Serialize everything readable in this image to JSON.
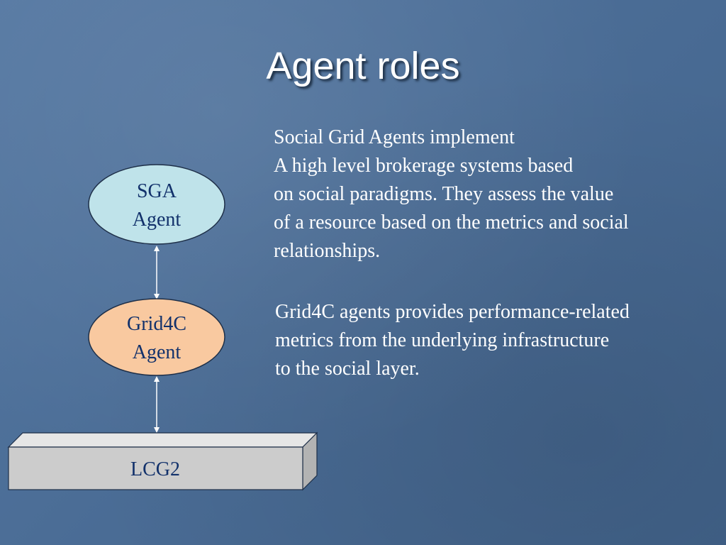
{
  "slide": {
    "title": "Agent roles"
  },
  "diagram": {
    "nodes": [
      {
        "id": "sga",
        "lines": [
          "SGA",
          "Agent"
        ],
        "fill": "#bfe3ea"
      },
      {
        "id": "grid4c",
        "lines": [
          "Grid4C",
          "Agent"
        ],
        "fill": "#f9c9a0"
      },
      {
        "id": "lcg2",
        "label": "LCG2",
        "fill": "#cccccc"
      }
    ],
    "edges": [
      {
        "from": "sga",
        "to": "grid4c",
        "direction": "both"
      },
      {
        "from": "grid4c",
        "to": "lcg2",
        "direction": "both"
      }
    ]
  },
  "descriptions": {
    "sga_lines": [
      "Social Grid Agents implement",
      "A high level brokerage systems based",
      "on social paradigms. They assess the value",
      "of a resource based on the metrics and social",
      "relationships."
    ],
    "grid4c_lines": [
      "Grid4C agents provides performance-related",
      "metrics from the underlying infrastructure",
      "to the social layer."
    ]
  },
  "colors": {
    "background": "#4a6c95",
    "text": "#ffffff",
    "node_label": "#12316b"
  }
}
